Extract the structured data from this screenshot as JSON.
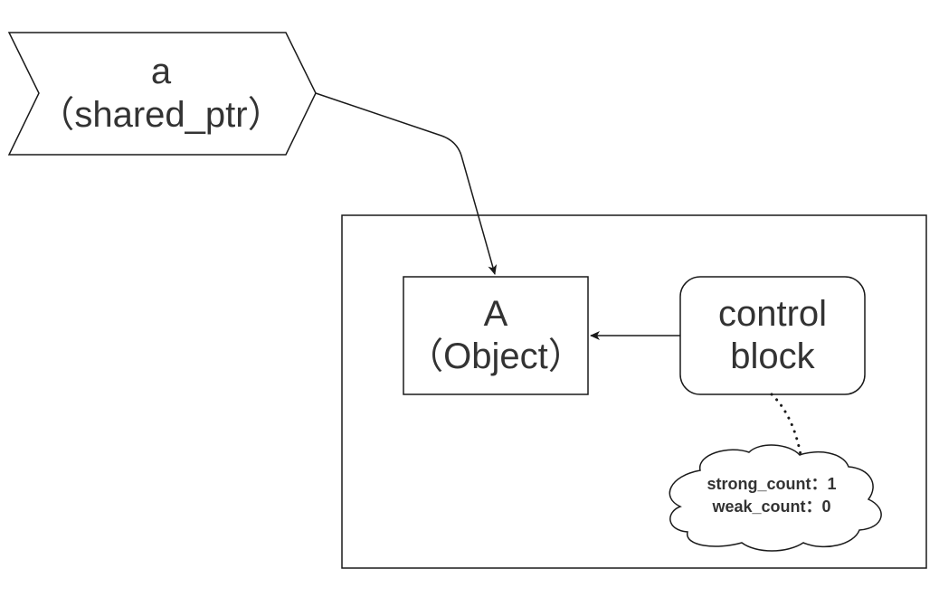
{
  "pointer_node": {
    "line1": "a",
    "line2": "（shared_ptr）"
  },
  "object_node": {
    "line1": "A",
    "line2": "（Object）"
  },
  "control_block_node": {
    "line1": "control",
    "line2": "block"
  },
  "counts_note": {
    "line1": "strong_count：1",
    "line2": "weak_count：0"
  },
  "colors": {
    "stroke": "#1a1a1a",
    "text": "#333333",
    "background": "#ffffff"
  }
}
